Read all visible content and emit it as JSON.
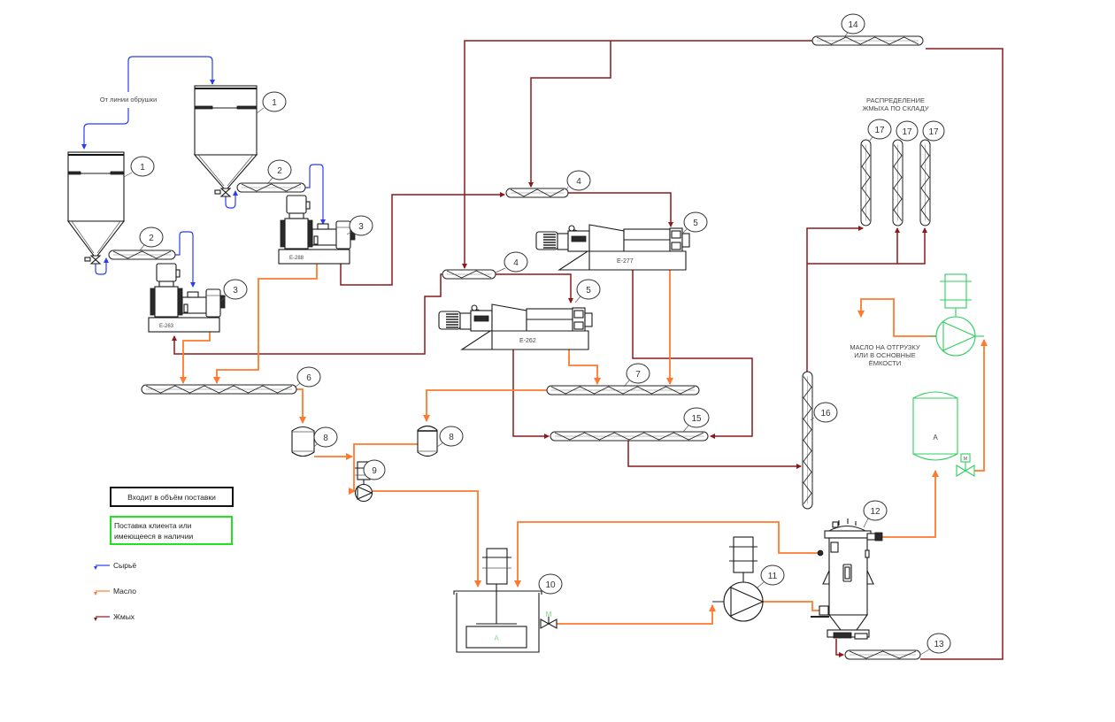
{
  "colors": {
    "raw": "#2b3cf2",
    "oil": "#ff7a2e",
    "cake": "#8b1a1a",
    "client_equipment": "#2fcf5f",
    "scope_border": "#111111",
    "client_border": "#22e022"
  },
  "diagram": {
    "source_label": "От линии обрушки",
    "distribution_label": [
      "РАСПРЕДЕЛЕНИЕ",
      "ЖМЫХА ПО СКЛАДУ"
    ],
    "oil_outlet_label": [
      "МАСЛО НА ОТГРУЗКУ",
      "ИЛИ В ОСНОВНЫЕ",
      "ЁМКОСТИ"
    ],
    "equipment_tags": {
      "conditioner_lower": "E-263",
      "conditioner_upper": "E-288",
      "press_lower": "E-262",
      "press_upper": "E-277"
    },
    "marks": {
      "tank_10": "A",
      "tank_10_valve": "M",
      "client_tank": "A",
      "client_valve": "M"
    },
    "callouts": {
      "hopper_left": "1",
      "hopper_right": "1",
      "feeder_left": "2",
      "feeder_right": "2",
      "conditioner_lower": "3",
      "conditioner_upper": "3",
      "press_feed_lower": "4",
      "press_feed_upper": "4",
      "press_lower": "5",
      "press_upper": "5",
      "oil_screw_6": "6",
      "oil_screw_7": "7",
      "settler_left": "8",
      "settler_right": "8",
      "pump_9": "9",
      "tank_10": "10",
      "pump_11": "11",
      "filter_12": "12",
      "screw_13": "13",
      "screw_14": "14",
      "screw_15": "15",
      "elevator_16": "16",
      "screw_17a": "17",
      "screw_17b": "17",
      "screw_17c": "17"
    }
  },
  "legend": {
    "scope_box": "Входит в объём поставки",
    "client_box": [
      "Поставка клиента или",
      "имеющееся в наличии"
    ],
    "lines": [
      {
        "label": "Сырьё",
        "stream": "raw"
      },
      {
        "label": "Масло",
        "stream": "oil"
      },
      {
        "label": "Жмых",
        "stream": "cake"
      }
    ]
  }
}
